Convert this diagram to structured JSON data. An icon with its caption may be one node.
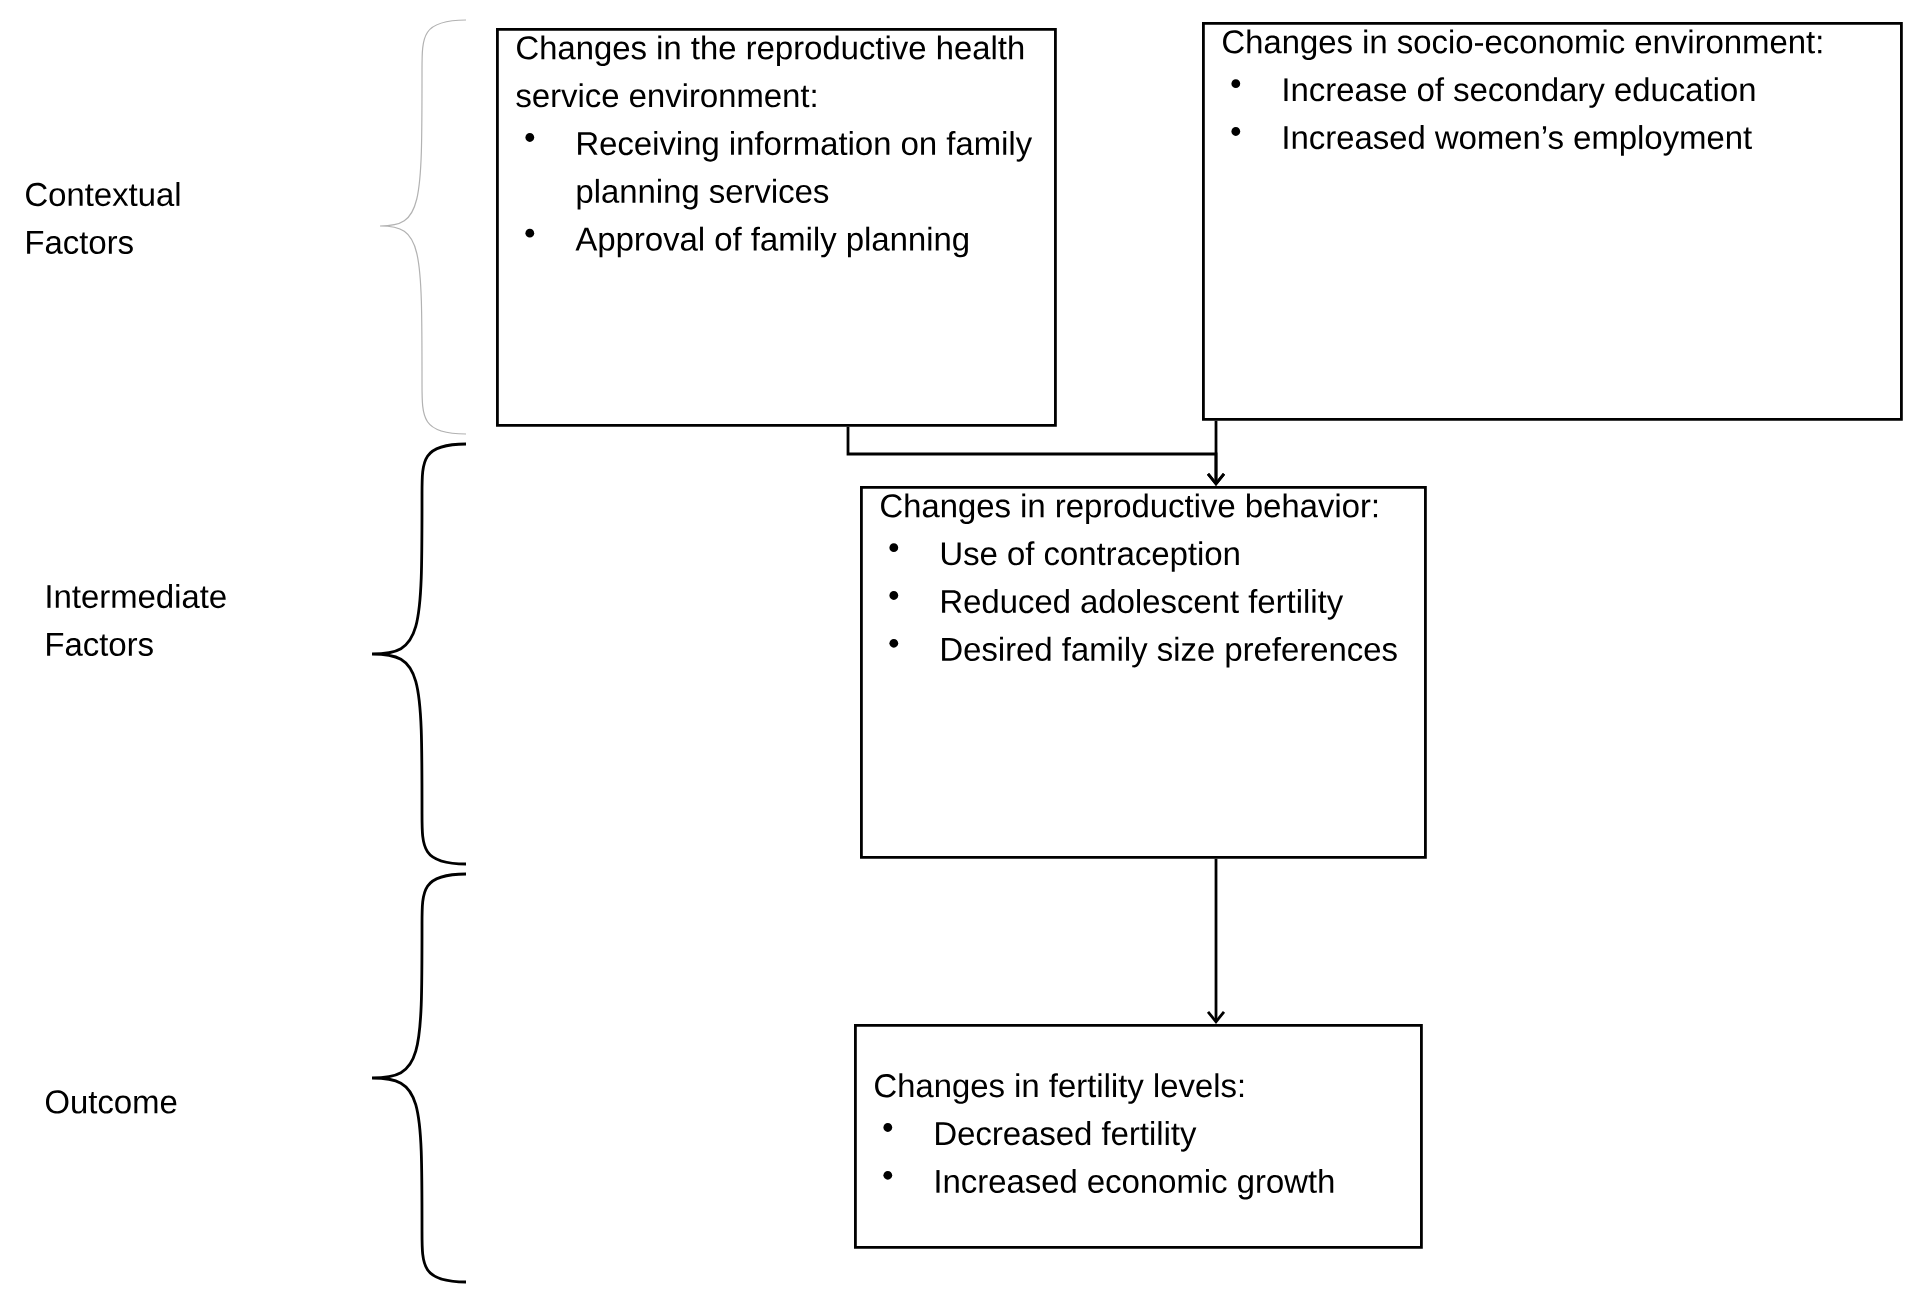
{
  "diagram": {
    "nodes": [
      {
        "text": [
          "Changes in the reproductive health service environment:",
          "Receiving information on family planning services",
          "Approval of family planning"
        ]
      },
      {
        "text": [
          "Changes in socio-economic environment:",
          "Increase of secondary education",
          "Increased women’s employment"
        ]
      },
      {
        "text": [
          "Changes in reproductive behavior:",
          "Use of contraception",
          "Reduced adolescent fertility",
          "Desired family size preferences"
        ]
      },
      {
        "text": [
          "Changes in fertility levels:",
          "Decreased fertility",
          "Increased economic growth"
        ]
      }
    ],
    "edges": [
      {
        "from": 0,
        "to": 2,
        "arrow": "to"
      },
      {
        "from": 1,
        "to": 2,
        "arrow": "to"
      },
      {
        "from": 2,
        "to": 3,
        "arrow": "to"
      }
    ],
    "labels": [
      "Contextual Factors",
      "Intermediate Factors",
      "Outcome"
    ]
  }
}
